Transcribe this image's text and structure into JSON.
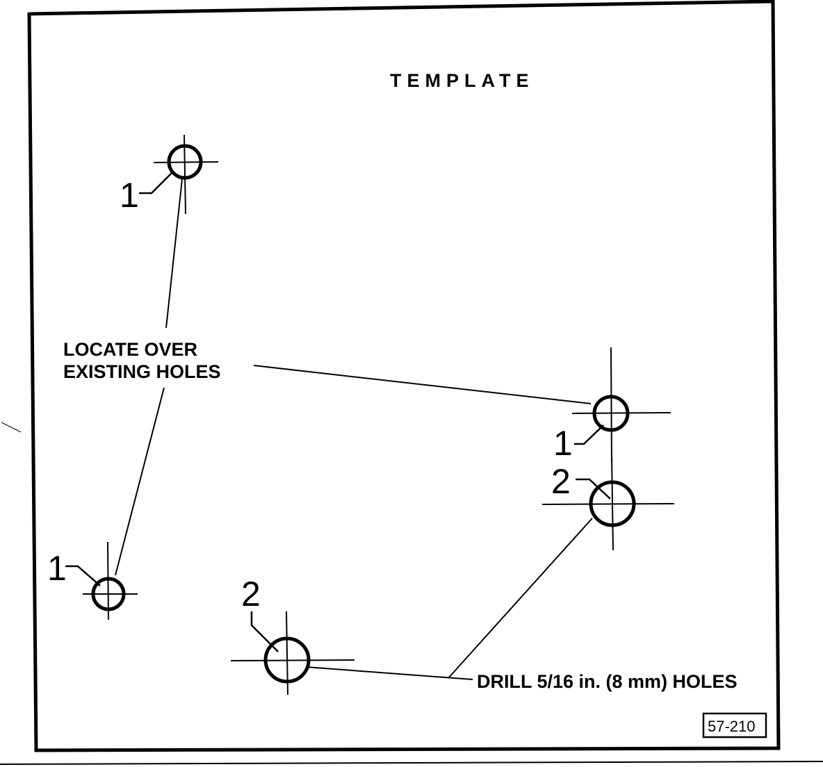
{
  "title": "TEMPLATE",
  "locate_label": [
    "LOCATE OVER",
    "EXISTING HOLES"
  ],
  "drill_label": "DRILL 5/16 in. (8 mm) HOLES",
  "reference": "57-210",
  "hole_labels": {
    "existing": "1",
    "drill": "2"
  },
  "colors": {
    "ink": "#000000",
    "paper": "#ffffff"
  }
}
